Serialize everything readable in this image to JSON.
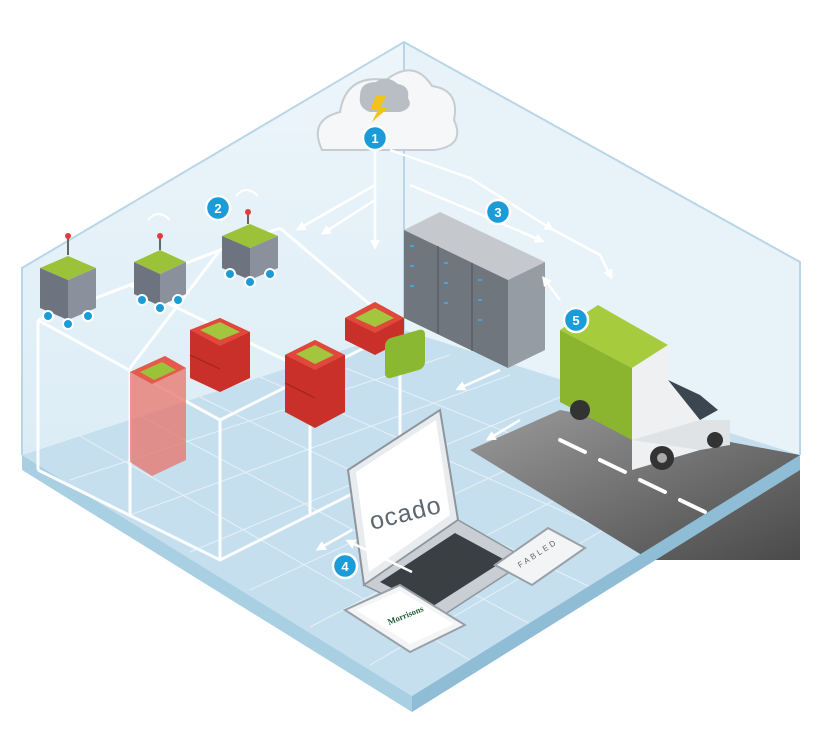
{
  "steps": [
    {
      "number": "1"
    },
    {
      "number": "2"
    },
    {
      "number": "3"
    },
    {
      "number": "4"
    },
    {
      "number": "5"
    }
  ],
  "brands": {
    "laptop_logo": "ocado",
    "tablet_logo": "Morrisons",
    "phone_logo": "FABLED"
  },
  "icons": {
    "cloud": "cloud-brain-icon",
    "robot": "robot-icon",
    "server": "server-rack-icon",
    "van": "delivery-van-icon",
    "laptop": "laptop-icon",
    "tablet": "tablet-icon",
    "phone": "phone-icon",
    "crate": "storage-crate-icon"
  },
  "colors": {
    "step_badge": "#1b9bd7",
    "brand_green": "#8ab832",
    "crate_red": "#d9392b",
    "floor": "#c6dfee",
    "road": "#555555"
  }
}
